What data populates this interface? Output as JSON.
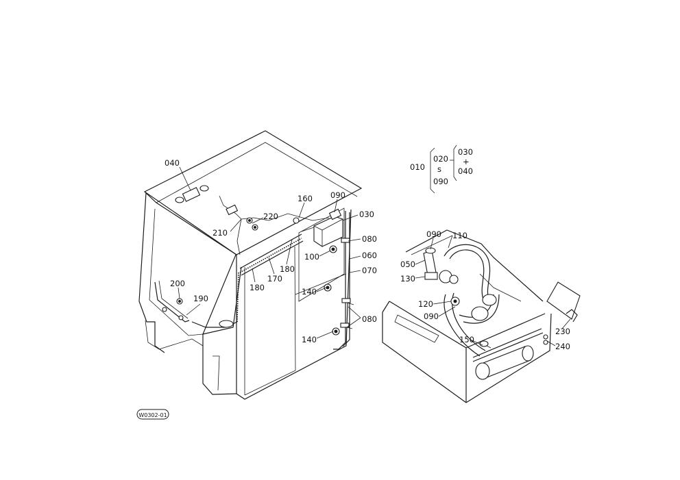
{
  "diagram": {
    "callouts": {
      "c040": "040",
      "c210": "210",
      "c220": "220",
      "c160": "160",
      "c090_cab": "090",
      "c030": "030",
      "c080_top": "080",
      "c100": "100",
      "c060": "060",
      "c070": "070",
      "c170": "170",
      "c180_a": "180",
      "c180_b": "180",
      "c200": "200",
      "c190": "190",
      "c140_a": "140",
      "c140_b": "140",
      "c080_bot": "080",
      "c090_eng": "090",
      "c110": "110",
      "c050": "050",
      "c130": "130",
      "c120": "120",
      "c090_hose": "090",
      "c150": "150",
      "c230": "230",
      "c240": "240"
    },
    "assembly_key": {
      "root": "010",
      "group_a_top": "020",
      "group_a_sep": "s",
      "group_a_bottom": "090",
      "group_b_top": "030",
      "group_b_sep": "+",
      "group_b_bottom": "040"
    },
    "drawing_id": "W0302-01"
  }
}
